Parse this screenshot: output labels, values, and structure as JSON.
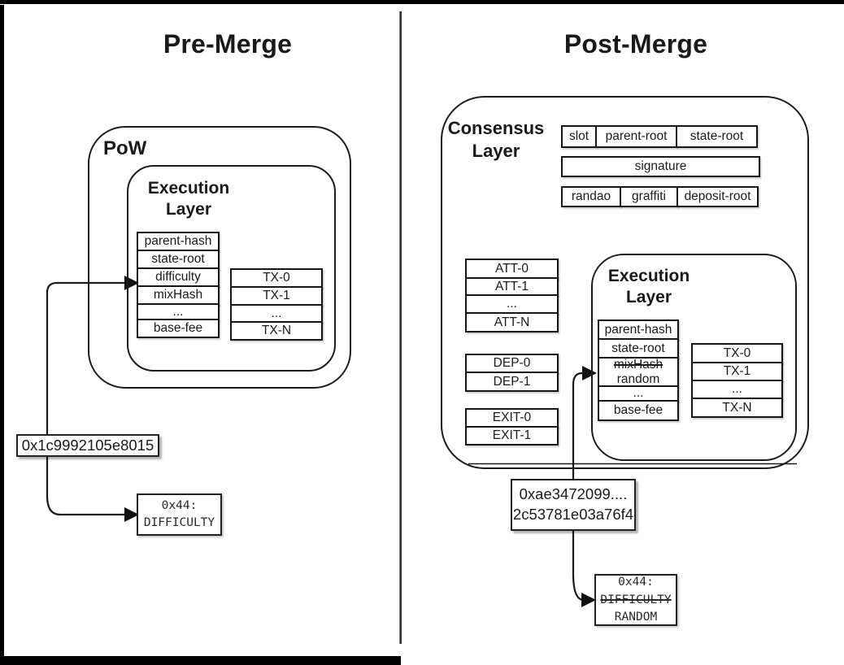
{
  "colors": {
    "ink": "#1a1a1a",
    "background": "#ffffff",
    "divider": "#2e2e2e"
  },
  "left_panel": {
    "title": "Pre-Merge",
    "pow_label": "PoW",
    "execution": {
      "label": "Execution Layer",
      "fields": [
        "parent-hash",
        "state-root",
        "difficulty",
        "mixHash",
        "...",
        "base-fee"
      ],
      "txs": [
        "TX-0",
        "TX-1",
        "...",
        "TX-N"
      ]
    },
    "hash_box": {
      "value": "0x1c9992105e8015"
    },
    "storage_box": {
      "slot": "0x44:",
      "value": "DIFFICULTY"
    }
  },
  "right_panel": {
    "title": "Post-Merge",
    "consensus_label": "Consensus Layer",
    "beacon_header": {
      "row1": [
        "slot",
        "parent-root",
        "state-root"
      ],
      "row2": [
        "signature"
      ],
      "row3": [
        "randao",
        "graffiti",
        "deposit-root"
      ]
    },
    "attestations": [
      "ATT-0",
      "ATT-1",
      "...",
      "ATT-N"
    ],
    "deposits": [
      "DEP-0",
      "DEP-1"
    ],
    "exits": [
      "EXIT-0",
      "EXIT-1"
    ],
    "execution": {
      "label": "Execution Layer",
      "field_parent_hash": "parent-hash",
      "field_state_root": "state-root",
      "field_mixhash_struck": "mixHash",
      "field_random": "random",
      "field_dots": "...",
      "field_base_fee": "base-fee",
      "txs": [
        "TX-0",
        "TX-1",
        "...",
        "TX-N"
      ]
    },
    "hash_box": {
      "line1": "0xae3472099....",
      "line2": "2c53781e03a76f4"
    },
    "storage_box": {
      "slot": "0x44:",
      "struck_value": "DIFFICULTY",
      "value": "RANDOM"
    }
  }
}
